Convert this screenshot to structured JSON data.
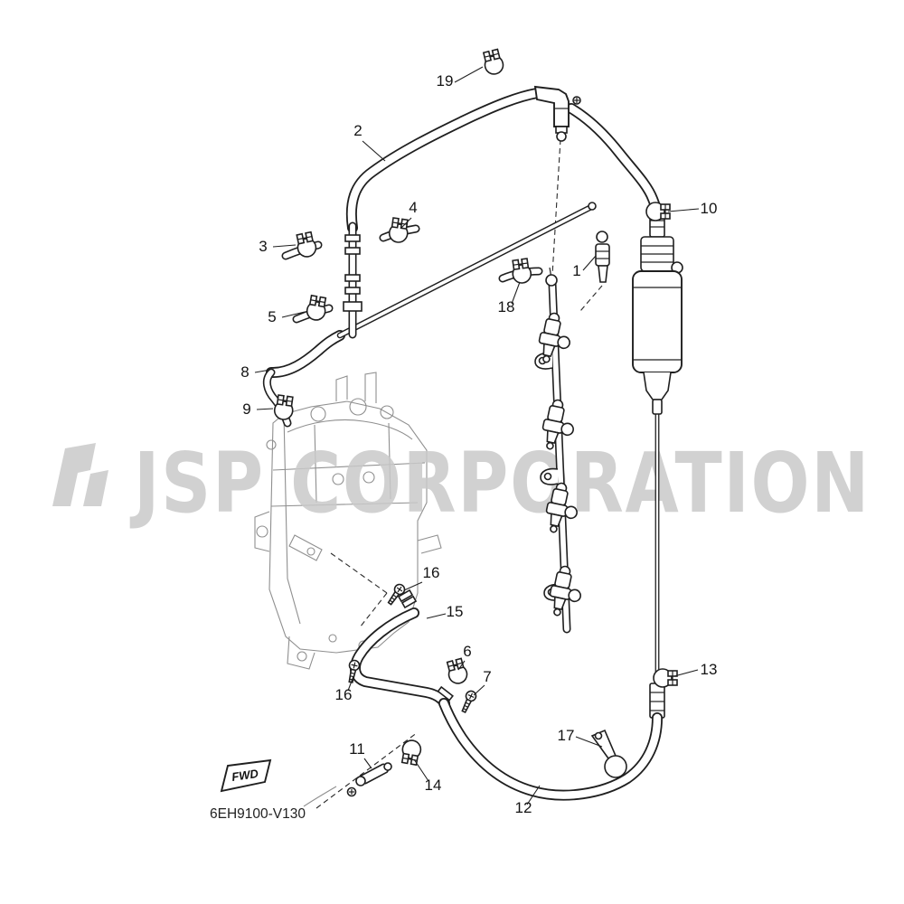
{
  "watermark": {
    "text": "JSP CORPORATION",
    "color": "#c9c9c9"
  },
  "diagram": {
    "drawing_number": "6EH9100-V130",
    "direction_label": "FWD",
    "callouts": [
      {
        "label": "19"
      },
      {
        "label": "2"
      },
      {
        "label": "4"
      },
      {
        "label": "3"
      },
      {
        "label": "5"
      },
      {
        "label": "1"
      },
      {
        "label": "18"
      },
      {
        "label": "10"
      },
      {
        "label": "8"
      },
      {
        "label": "9"
      },
      {
        "label": "16"
      },
      {
        "label": "15"
      },
      {
        "label": "6"
      },
      {
        "label": "7"
      },
      {
        "label": "16"
      },
      {
        "label": "13"
      },
      {
        "label": "17"
      },
      {
        "label": "11"
      },
      {
        "label": "14"
      },
      {
        "label": "12"
      }
    ]
  }
}
